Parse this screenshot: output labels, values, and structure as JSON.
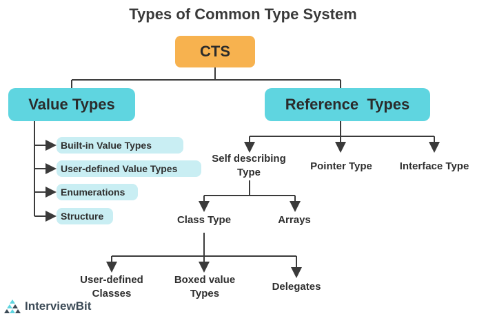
{
  "title": "Types of Common Type System",
  "root": "CTS",
  "value_types": {
    "label": "Value Types",
    "items": [
      "Built-in Value Types",
      "User-defined Value Types",
      "Enumerations",
      "Structure"
    ]
  },
  "reference_types": {
    "label": "Reference  Types",
    "children": {
      "self_describing": "Self describing\nType",
      "pointer": "Pointer Type",
      "interface": "Interface Type"
    },
    "self_describing_children": {
      "class_type": "Class Type",
      "arrays": "Arrays"
    },
    "class_type_children": {
      "user_defined_classes": "User-defined\nClasses",
      "boxed_value_types": "Boxed value\nTypes",
      "delegates": "Delegates"
    }
  },
  "brand": "InterviewBit",
  "colors": {
    "root_fill": "#f7b24f",
    "category_fill": "#5fd5e0",
    "pill_fill": "#c9eef3",
    "line": "#3a3a3a"
  }
}
